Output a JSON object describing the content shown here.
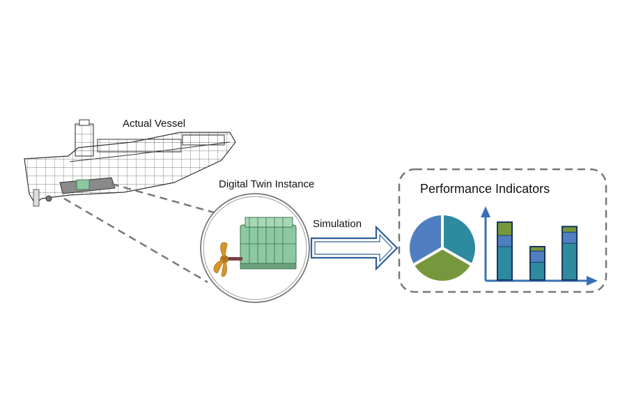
{
  "labels": {
    "actual_vessel": "Actual Vessel",
    "digital_twin_instance": "Digital Twin Instance",
    "simulation": "Simulation",
    "performance_indicators": "Performance Indicators"
  },
  "colors": {
    "pie_blue": "#4f7fc0",
    "pie_teal": "#2e8a9e",
    "pie_green": "#76973c",
    "bar_teal": "#2e8a9e",
    "bar_blue": "#4f7fc0",
    "bar_green": "#76973c",
    "axis": "#3a6fb5",
    "dashed": "#777777",
    "engine_green": "#8cc9a0",
    "propeller": "#d8962a"
  },
  "icons": {
    "vessel": "container-ship-wireframe-icon",
    "engine": "ship-engine-icon",
    "propeller": "propeller-icon",
    "arrow": "simulation-arrow-icon",
    "pie": "pie-chart-icon",
    "bars": "stacked-bar-chart-icon"
  },
  "chart_data": [
    {
      "type": "pie",
      "values": [
        0.333,
        0.333,
        0.334
      ]
    },
    {
      "type": "bar",
      "stacked": true,
      "series": [
        {
          "values": [
            3,
            1.6,
            3.3
          ]
        },
        {
          "values": [
            1,
            1,
            1
          ]
        },
        {
          "values": [
            1.2,
            0.4,
            0.5
          ]
        }
      ]
    }
  ]
}
